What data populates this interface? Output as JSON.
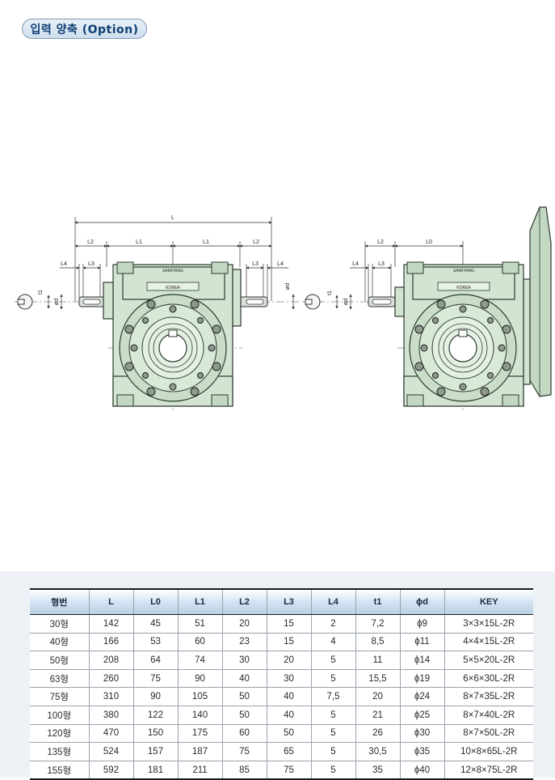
{
  "header": {
    "title": "입력 양축 (Option)"
  },
  "drawing": {
    "left_view": {
      "dim_labels": {
        "L": "L",
        "L2": "L2",
        "L1": "L1",
        "L3": "L3",
        "L4": "L4",
        "t1": "t1",
        "phi_d": "ød"
      },
      "plate_brand": "SAMIYANG",
      "plate_country": "KOREA"
    },
    "right_view": {
      "dim_labels": {
        "L2": "L2",
        "L0": "L0",
        "L3": "L3",
        "L4": "L4",
        "t1": "t1",
        "phi_d": "ød"
      },
      "plate_brand": "SAMIYANG",
      "plate_country": "KOREA"
    }
  },
  "spec_table": {
    "headers": [
      "형번",
      "L",
      "L0",
      "L1",
      "L2",
      "L3",
      "L4",
      "t1",
      "ϕd",
      "KEY"
    ],
    "rows": [
      [
        "30형",
        "142",
        "45",
        "51",
        "20",
        "15",
        "2",
        "7,2",
        "ϕ9",
        "3×3×15L-2R"
      ],
      [
        "40형",
        "166",
        "53",
        "60",
        "23",
        "15",
        "4",
        "8,5",
        "ϕ11",
        "4×4×15L-2R"
      ],
      [
        "50형",
        "208",
        "64",
        "74",
        "30",
        "20",
        "5",
        "11",
        "ϕ14",
        "5×5×20L-2R"
      ],
      [
        "63형",
        "260",
        "75",
        "90",
        "40",
        "30",
        "5",
        "15,5",
        "ϕ19",
        "6×6×30L-2R"
      ],
      [
        "75형",
        "310",
        "90",
        "105",
        "50",
        "40",
        "7,5",
        "20",
        "ϕ24",
        "8×7×35L-2R"
      ],
      [
        "100형",
        "380",
        "122",
        "140",
        "50",
        "40",
        "5",
        "21",
        "ϕ25",
        "8×7×40L-2R"
      ],
      [
        "120형",
        "470",
        "150",
        "175",
        "60",
        "50",
        "5",
        "26",
        "ϕ30",
        "8×7×50L-2R"
      ],
      [
        "135형",
        "524",
        "157",
        "187",
        "75",
        "65",
        "5",
        "30,5",
        "ϕ35",
        "10×8×65L-2R"
      ],
      [
        "155형",
        "592",
        "181",
        "211",
        "85",
        "75",
        "5",
        "35",
        "ϕ40",
        "12×8×75L-2R"
      ]
    ]
  }
}
